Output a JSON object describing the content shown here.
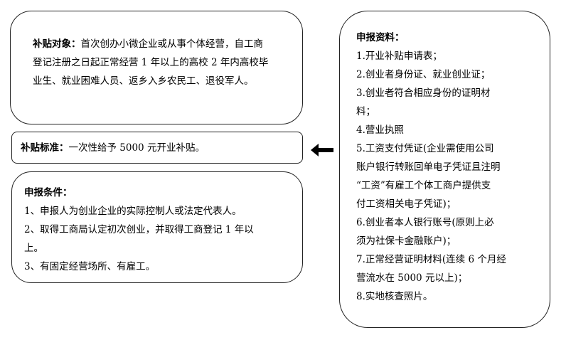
{
  "subsidy_target": {
    "label": "补贴对象：",
    "lines": [
      "首次创办小微企业或从事个体经营，自工商",
      "登记注册之日起正常经营 1 年以上的高校 2 年内高校毕",
      "业生、就业困难人员、返乡入乡农民工、退役军人。"
    ]
  },
  "subsidy_standard": {
    "label": "补贴标准：",
    "text": "一次性给予 5000 元开业补贴。"
  },
  "conditions": {
    "label": "申报条件：",
    "lines": [
      "1、申报人为创业企业的实际控制人或法定代表人。",
      "2、取得工商局认定初次创业，并取得工商登记 1 年以",
      "上。",
      "3、有固定经营场所、有雇工。"
    ]
  },
  "materials": {
    "label": "申报资料：",
    "lines": [
      "1.开业补贴申请表；",
      "2.创业者身份证、就业创业证；",
      "3.创业者符合相应身份的证明材",
      "料；",
      "4.营业执照",
      "5.工资支付凭证(企业需使用公司",
      "账户银行转账回单电子凭证且注明",
      "“工资”有雇工个体工商户提供支",
      "付工资相关电子凭证)；",
      "6.创业者本人银行账号(原则上必",
      "须为社保卡金融账户)；",
      "7.正常经营证明材料(连续 6 个月经",
      "营流水在 5000 元以上)；",
      "8.实地核查照片。"
    ]
  }
}
